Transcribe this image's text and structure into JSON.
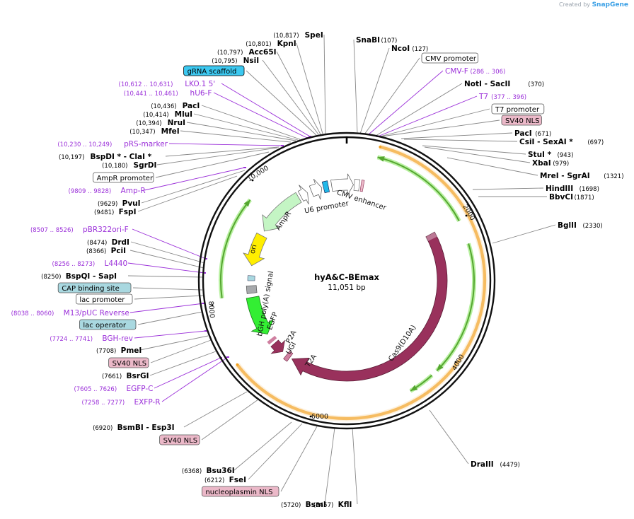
{
  "branding": {
    "created_by": "Created by",
    "product": "SnapGene"
  },
  "map": {
    "name": "hyA&C-BEmax",
    "length": "11,051 bp",
    "colors": {
      "cut_site": "#000000",
      "primer": "#9b30d9",
      "promoter_box": "#ffffff",
      "nls_box": "#ebb8c8",
      "operator_box": "#a9d8e0",
      "gRNA_box": "#3cc8f0",
      "orange_ring": "#f2a01e",
      "green_arrows": "#55a630",
      "cas9": "#99315c",
      "egfp": "#33ee33",
      "ori": "#ffee00",
      "ampr": "#c4f5c4"
    },
    "ticks": [
      "10,000",
      "2000",
      "4000",
      "6000",
      "8000"
    ]
  },
  "labels": [
    {
      "pos": "(10,817)",
      "name": "SpeI",
      "type": "enzyme"
    },
    {
      "pos": "(10,801)",
      "name": "KpnI",
      "type": "enzyme"
    },
    {
      "pos": "(10,797)",
      "name": "Acc65I",
      "type": "enzyme"
    },
    {
      "pos": "(10,795)",
      "name": "NsiI",
      "type": "enzyme"
    },
    {
      "name": "gRNA scaffold",
      "type": "box-cyan"
    },
    {
      "pos": "(10,612 .. 10,631)",
      "name": "LKO.1 5'",
      "type": "primer"
    },
    {
      "pos": "(10,441 .. 10,461)",
      "name": "hU6-F",
      "type": "primer"
    },
    {
      "pos": "(10,436)",
      "name": "PacI",
      "type": "enzyme"
    },
    {
      "pos": "(10,414)",
      "name": "MluI",
      "type": "enzyme"
    },
    {
      "pos": "(10,394)",
      "name": "NruI",
      "type": "enzyme"
    },
    {
      "pos": "(10,347)",
      "name": "MfeI",
      "type": "enzyme"
    },
    {
      "pos": "(10,230 .. 10,249)",
      "name": "pRS-marker",
      "type": "primer"
    },
    {
      "pos": "(10,197)",
      "name": "BspDI *  - ClaI *",
      "type": "enzyme"
    },
    {
      "pos": "(10,180)",
      "name": "SgrDI",
      "type": "enzyme"
    },
    {
      "name": "AmpR promoter",
      "type": "box-white"
    },
    {
      "pos": "(9809 .. 9828)",
      "name": "Amp-R",
      "type": "primer"
    },
    {
      "pos": "(9629)",
      "name": "PvuI",
      "type": "enzyme"
    },
    {
      "pos": "(9481)",
      "name": "FspI",
      "type": "enzyme"
    },
    {
      "pos": "(8507 .. 8526)",
      "name": "pBR322ori-F",
      "type": "primer"
    },
    {
      "pos": "(8474)",
      "name": "DrdI",
      "type": "enzyme"
    },
    {
      "pos": "(8366)",
      "name": "PciI",
      "type": "enzyme"
    },
    {
      "pos": "(8256 .. 8273)",
      "name": "L4440",
      "type": "primer"
    },
    {
      "pos": "(8250)",
      "name": "BspQI   - SapI",
      "type": "enzyme"
    },
    {
      "name": "CAP binding site",
      "type": "box-teal"
    },
    {
      "name": "lac promoter",
      "type": "box-white"
    },
    {
      "pos": "(8038 .. 8060)",
      "name": "M13/pUC Reverse",
      "type": "primer"
    },
    {
      "name": "lac operator",
      "type": "box-teal"
    },
    {
      "pos": "(7724 .. 7741)",
      "name": "BGH-rev",
      "type": "primer"
    },
    {
      "pos": "(7708)",
      "name": "PmeI",
      "type": "enzyme"
    },
    {
      "name": "SV40 NLS",
      "type": "box-pink"
    },
    {
      "pos": "(7661)",
      "name": "BsrGI",
      "type": "enzyme"
    },
    {
      "pos": "(7605 .. 7626)",
      "name": "EGFP-C",
      "type": "primer"
    },
    {
      "pos": "(7258 .. 7277)",
      "name": "EXFP-R",
      "type": "primer"
    },
    {
      "pos": "(6920)",
      "name": "BsmBI   - Esp3I",
      "type": "enzyme"
    },
    {
      "name": "SV40 NLS",
      "type": "box-pink"
    },
    {
      "pos": "(6368)",
      "name": "Bsu36I",
      "type": "enzyme"
    },
    {
      "pos": "(6212)",
      "name": "FseI",
      "type": "enzyme"
    },
    {
      "name": "nucleoplasmin NLS",
      "type": "box-pink"
    },
    {
      "pos": "(5720)",
      "name": "BsmI",
      "type": "enzyme"
    },
    {
      "pos": "(5457)",
      "name": "KflI",
      "type": "enzyme"
    },
    {
      "pos": "(4479)",
      "name": "DraIII",
      "type": "enzyme"
    },
    {
      "pos": "(107)",
      "name": "SnaBI",
      "type": "enzyme"
    },
    {
      "pos": "(127)",
      "name": "NcoI",
      "type": "enzyme"
    },
    {
      "name": "CMV promoter",
      "type": "box-white"
    },
    {
      "pos": "(286 .. 306)",
      "name": "CMV-F",
      "type": "primer"
    },
    {
      "pos": "(370)",
      "name": "NotI   - SacII",
      "type": "enzyme"
    },
    {
      "pos": "(377 .. 396)",
      "name": "T7",
      "type": "primer"
    },
    {
      "name": "T7 promoter",
      "type": "box-white"
    },
    {
      "name": "SV40 NLS",
      "type": "box-pink"
    },
    {
      "pos": "(671)",
      "name": "PacI",
      "type": "enzyme"
    },
    {
      "pos": "(697)",
      "name": "CsiI  - SexAI *",
      "type": "enzyme"
    },
    {
      "pos": "(943)",
      "name": "StuI *",
      "type": "enzyme"
    },
    {
      "pos": "(979)",
      "name": "XbaI",
      "type": "enzyme"
    },
    {
      "pos": "(1321)",
      "name": "MreI   - SgrAI",
      "type": "enzyme"
    },
    {
      "pos": "(1698)",
      "name": "HindIII",
      "type": "enzyme"
    },
    {
      "pos": "(1871)",
      "name": "BbvCI",
      "type": "enzyme"
    },
    {
      "pos": "(2330)",
      "name": "BglII",
      "type": "enzyme"
    }
  ],
  "features": {
    "inner": [
      "CMV enhancer",
      "U6 promoter",
      "AmpR",
      "ori",
      "bGH poly(A) signal",
      "EGFP",
      "P2A",
      "UGI",
      "T2A",
      "Cas9(D10A)"
    ]
  }
}
